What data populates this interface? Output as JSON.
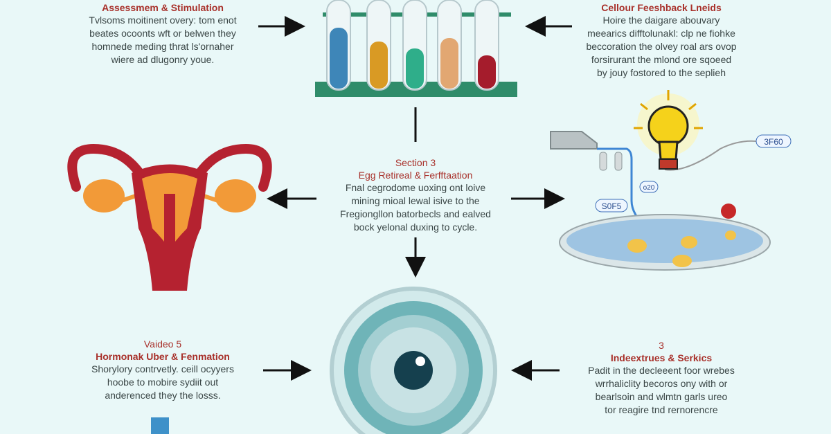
{
  "colors": {
    "background": "#e9f8f8",
    "heading": "#a8302a",
    "arrow": "#111111"
  },
  "top_left": {
    "title": "Assessmem & Stimulation",
    "lines": [
      "Tvlsoms moitinent overy: tom enot",
      "beates ocoonts wft or belwen they",
      "homnede meding thrat ls'ornaher",
      "wiere ad dlugonry youe."
    ]
  },
  "top_right": {
    "title": "Cellour Feeshback Lneids",
    "lines": [
      "Hoire the daigare abouvary",
      "meearics difftolunakl: clp ne fiohke",
      "beccoration the olvey roal ars ovop",
      "forsirurant the mlond ore sqoeed",
      "by jouy fostored to the seplieh"
    ]
  },
  "center": {
    "section": "Section 3",
    "title": "Egg Retireal & Ferfftaation",
    "lines": [
      "Fnal cegrodome uoxing ont loive",
      "mining mioal lewal isive to the",
      "Fregiongllon batorbecls and ealved",
      "bock yelonal duxing to cycle."
    ]
  },
  "bottom_left": {
    "section": "Vaideo 5",
    "title": "Hormonak Uber & Fenmation",
    "lines": [
      "Shorylory contrvetly. ceill ocyyers",
      "hoobe to mobire sydiit out",
      "anderenced they the losss."
    ]
  },
  "bottom_right": {
    "section": "3",
    "title": "Indeextrues & Serkics",
    "lines": [
      "Padit in the decleeent foor wrebes",
      "wrrhaliclity becoros ony with or",
      "bearlsoin and wlmtn garls ureo",
      "tor reagire tnd rernorencre"
    ]
  },
  "lab_labels": {
    "a": "3F60",
    "b": "S0F5",
    "c": "o20"
  },
  "icons": [
    "test-tube-rack",
    "uterus-icon",
    "lab-dish-setup",
    "lightbulb-icon",
    "eye-lens-icon",
    "bottle-icon"
  ]
}
